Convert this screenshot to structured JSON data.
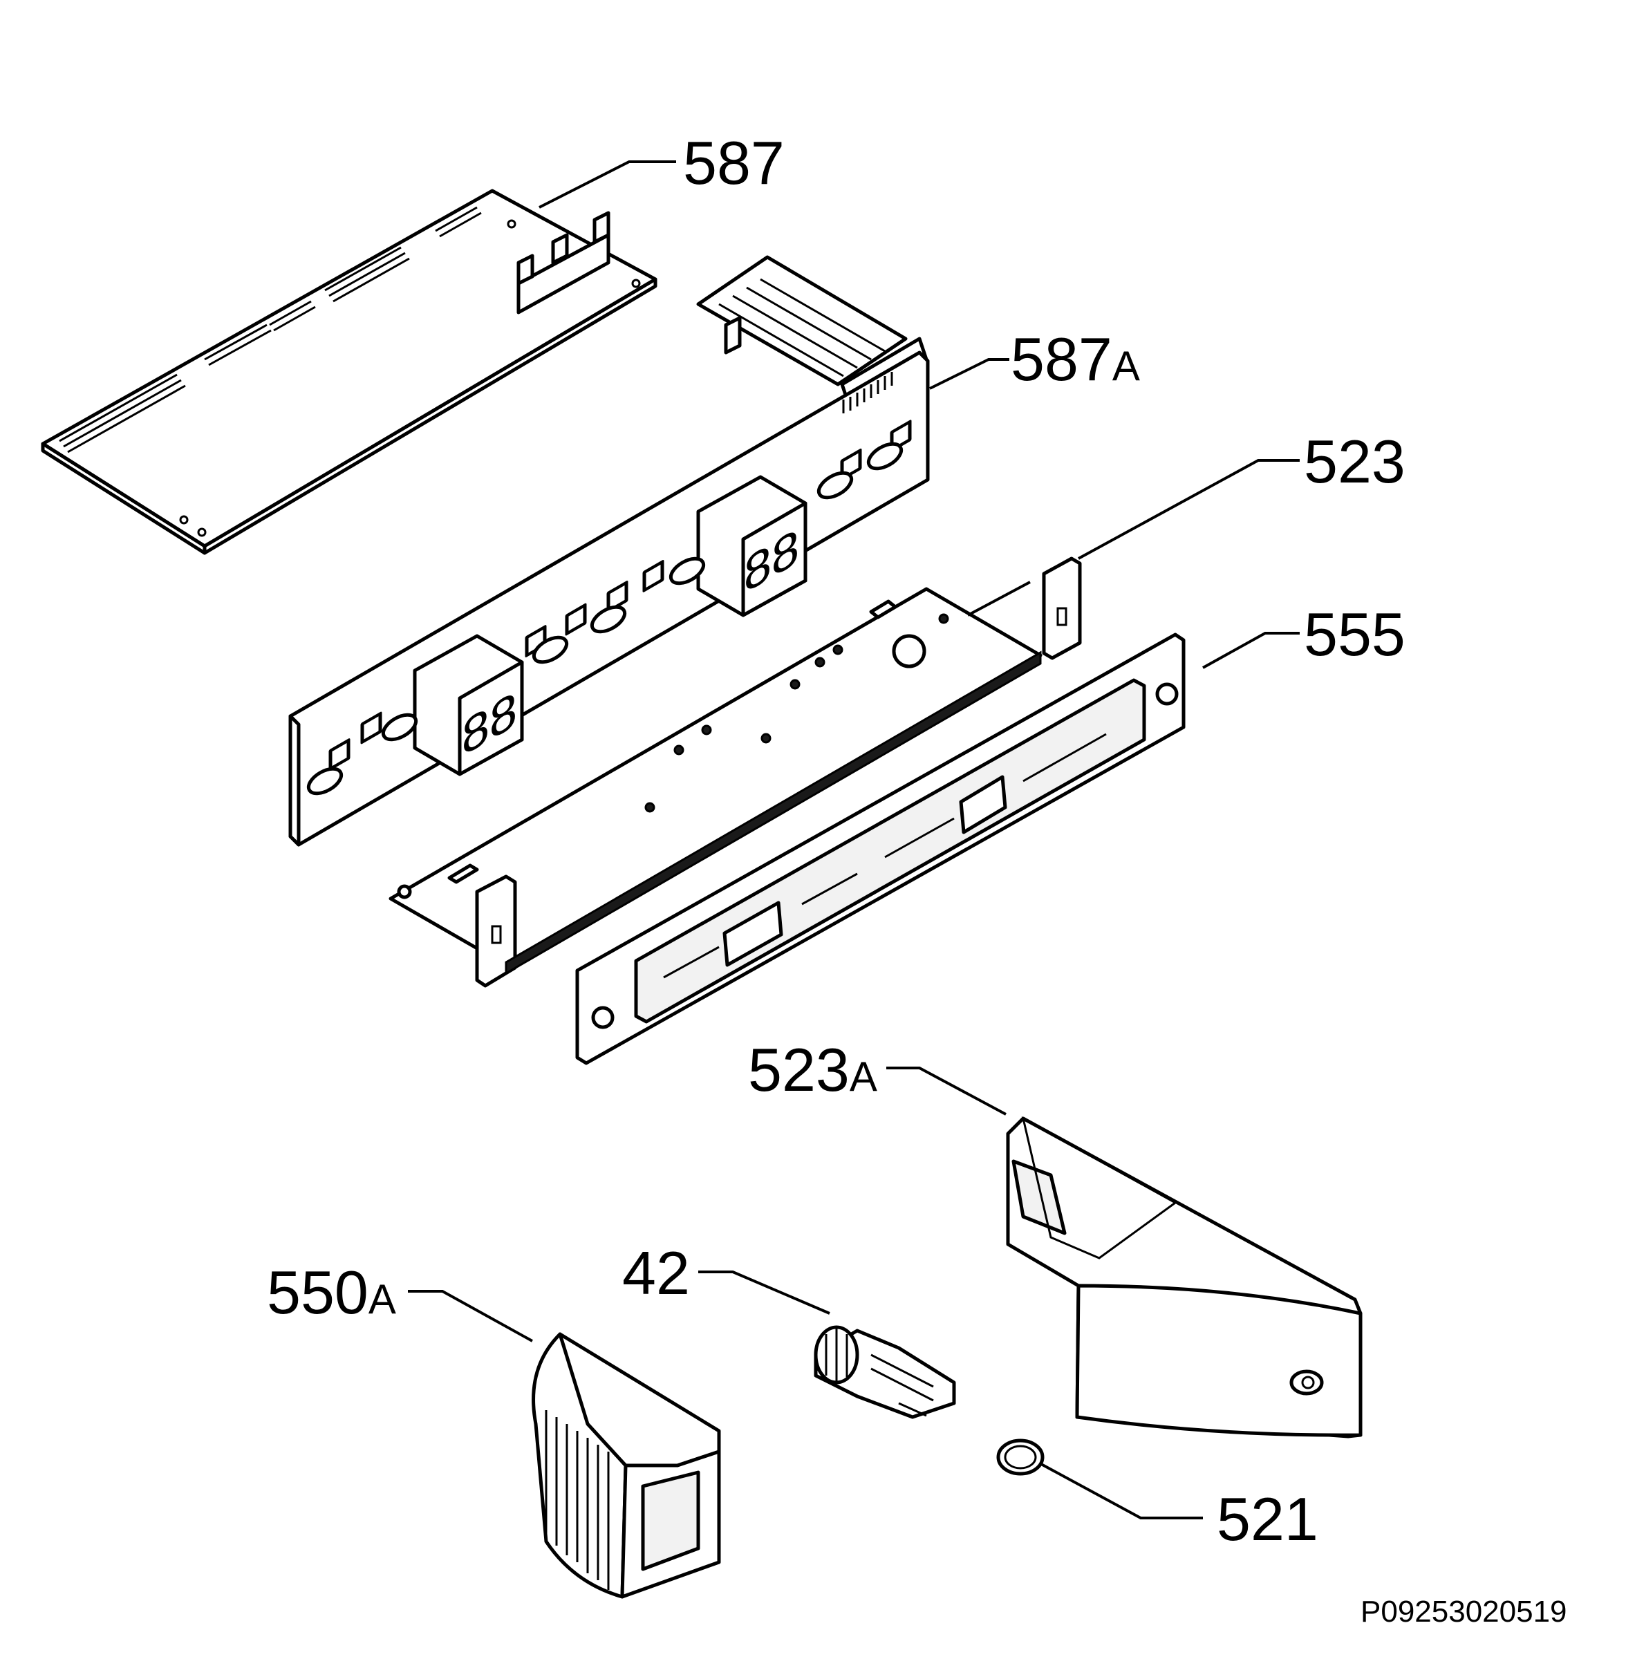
{
  "diagram": {
    "part_labels": [
      {
        "id": "587",
        "number": "587",
        "suffix": ""
      },
      {
        "id": "587a",
        "number": "587",
        "suffix": "A"
      },
      {
        "id": "523",
        "number": "523",
        "suffix": ""
      },
      {
        "id": "555",
        "number": "555",
        "suffix": ""
      },
      {
        "id": "523a",
        "number": "523",
        "suffix": "A"
      },
      {
        "id": "42",
        "number": "42",
        "suffix": ""
      },
      {
        "id": "550a",
        "number": "550",
        "suffix": "A"
      },
      {
        "id": "521",
        "number": "521",
        "suffix": ""
      }
    ],
    "drawing_code": "P09253020519"
  }
}
